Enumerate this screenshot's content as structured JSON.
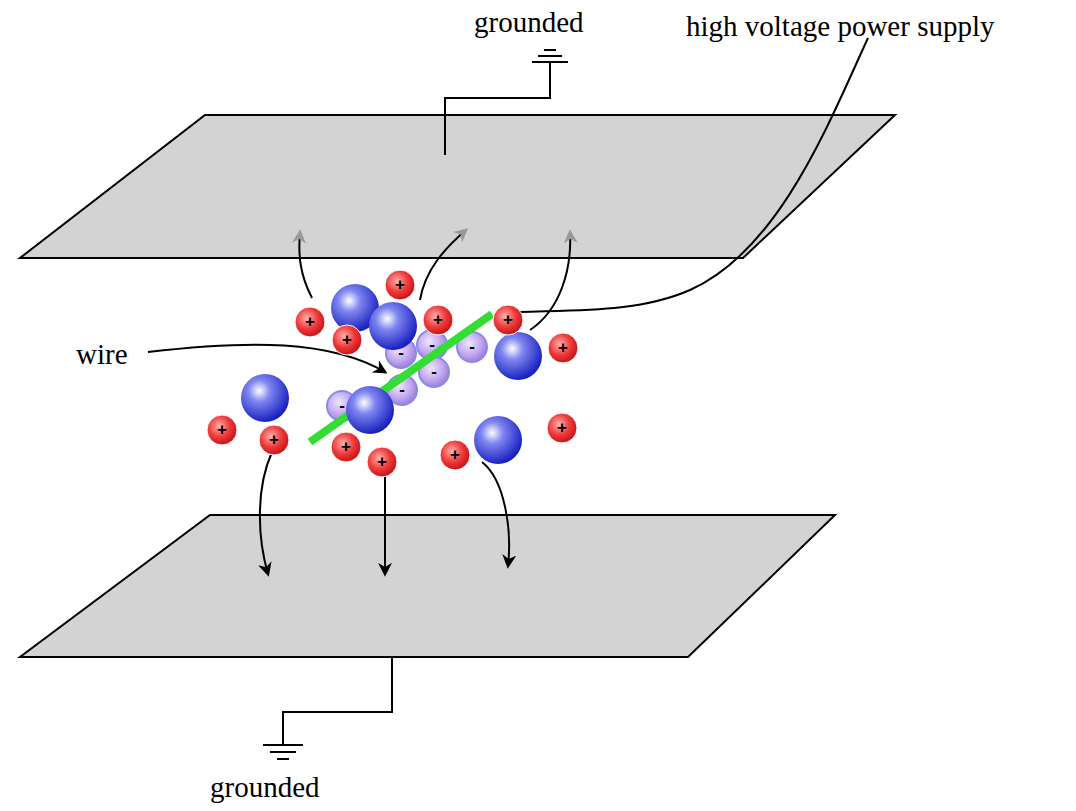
{
  "diagram": {
    "labels": [
      "grounded",
      "high voltage power supply",
      "wire",
      "+",
      "+",
      "+",
      "+",
      "+",
      "+",
      "+",
      "+",
      "+",
      "+",
      "+",
      "+",
      "-",
      "-",
      "-",
      "-",
      "-",
      "-",
      "grounded"
    ]
  }
}
